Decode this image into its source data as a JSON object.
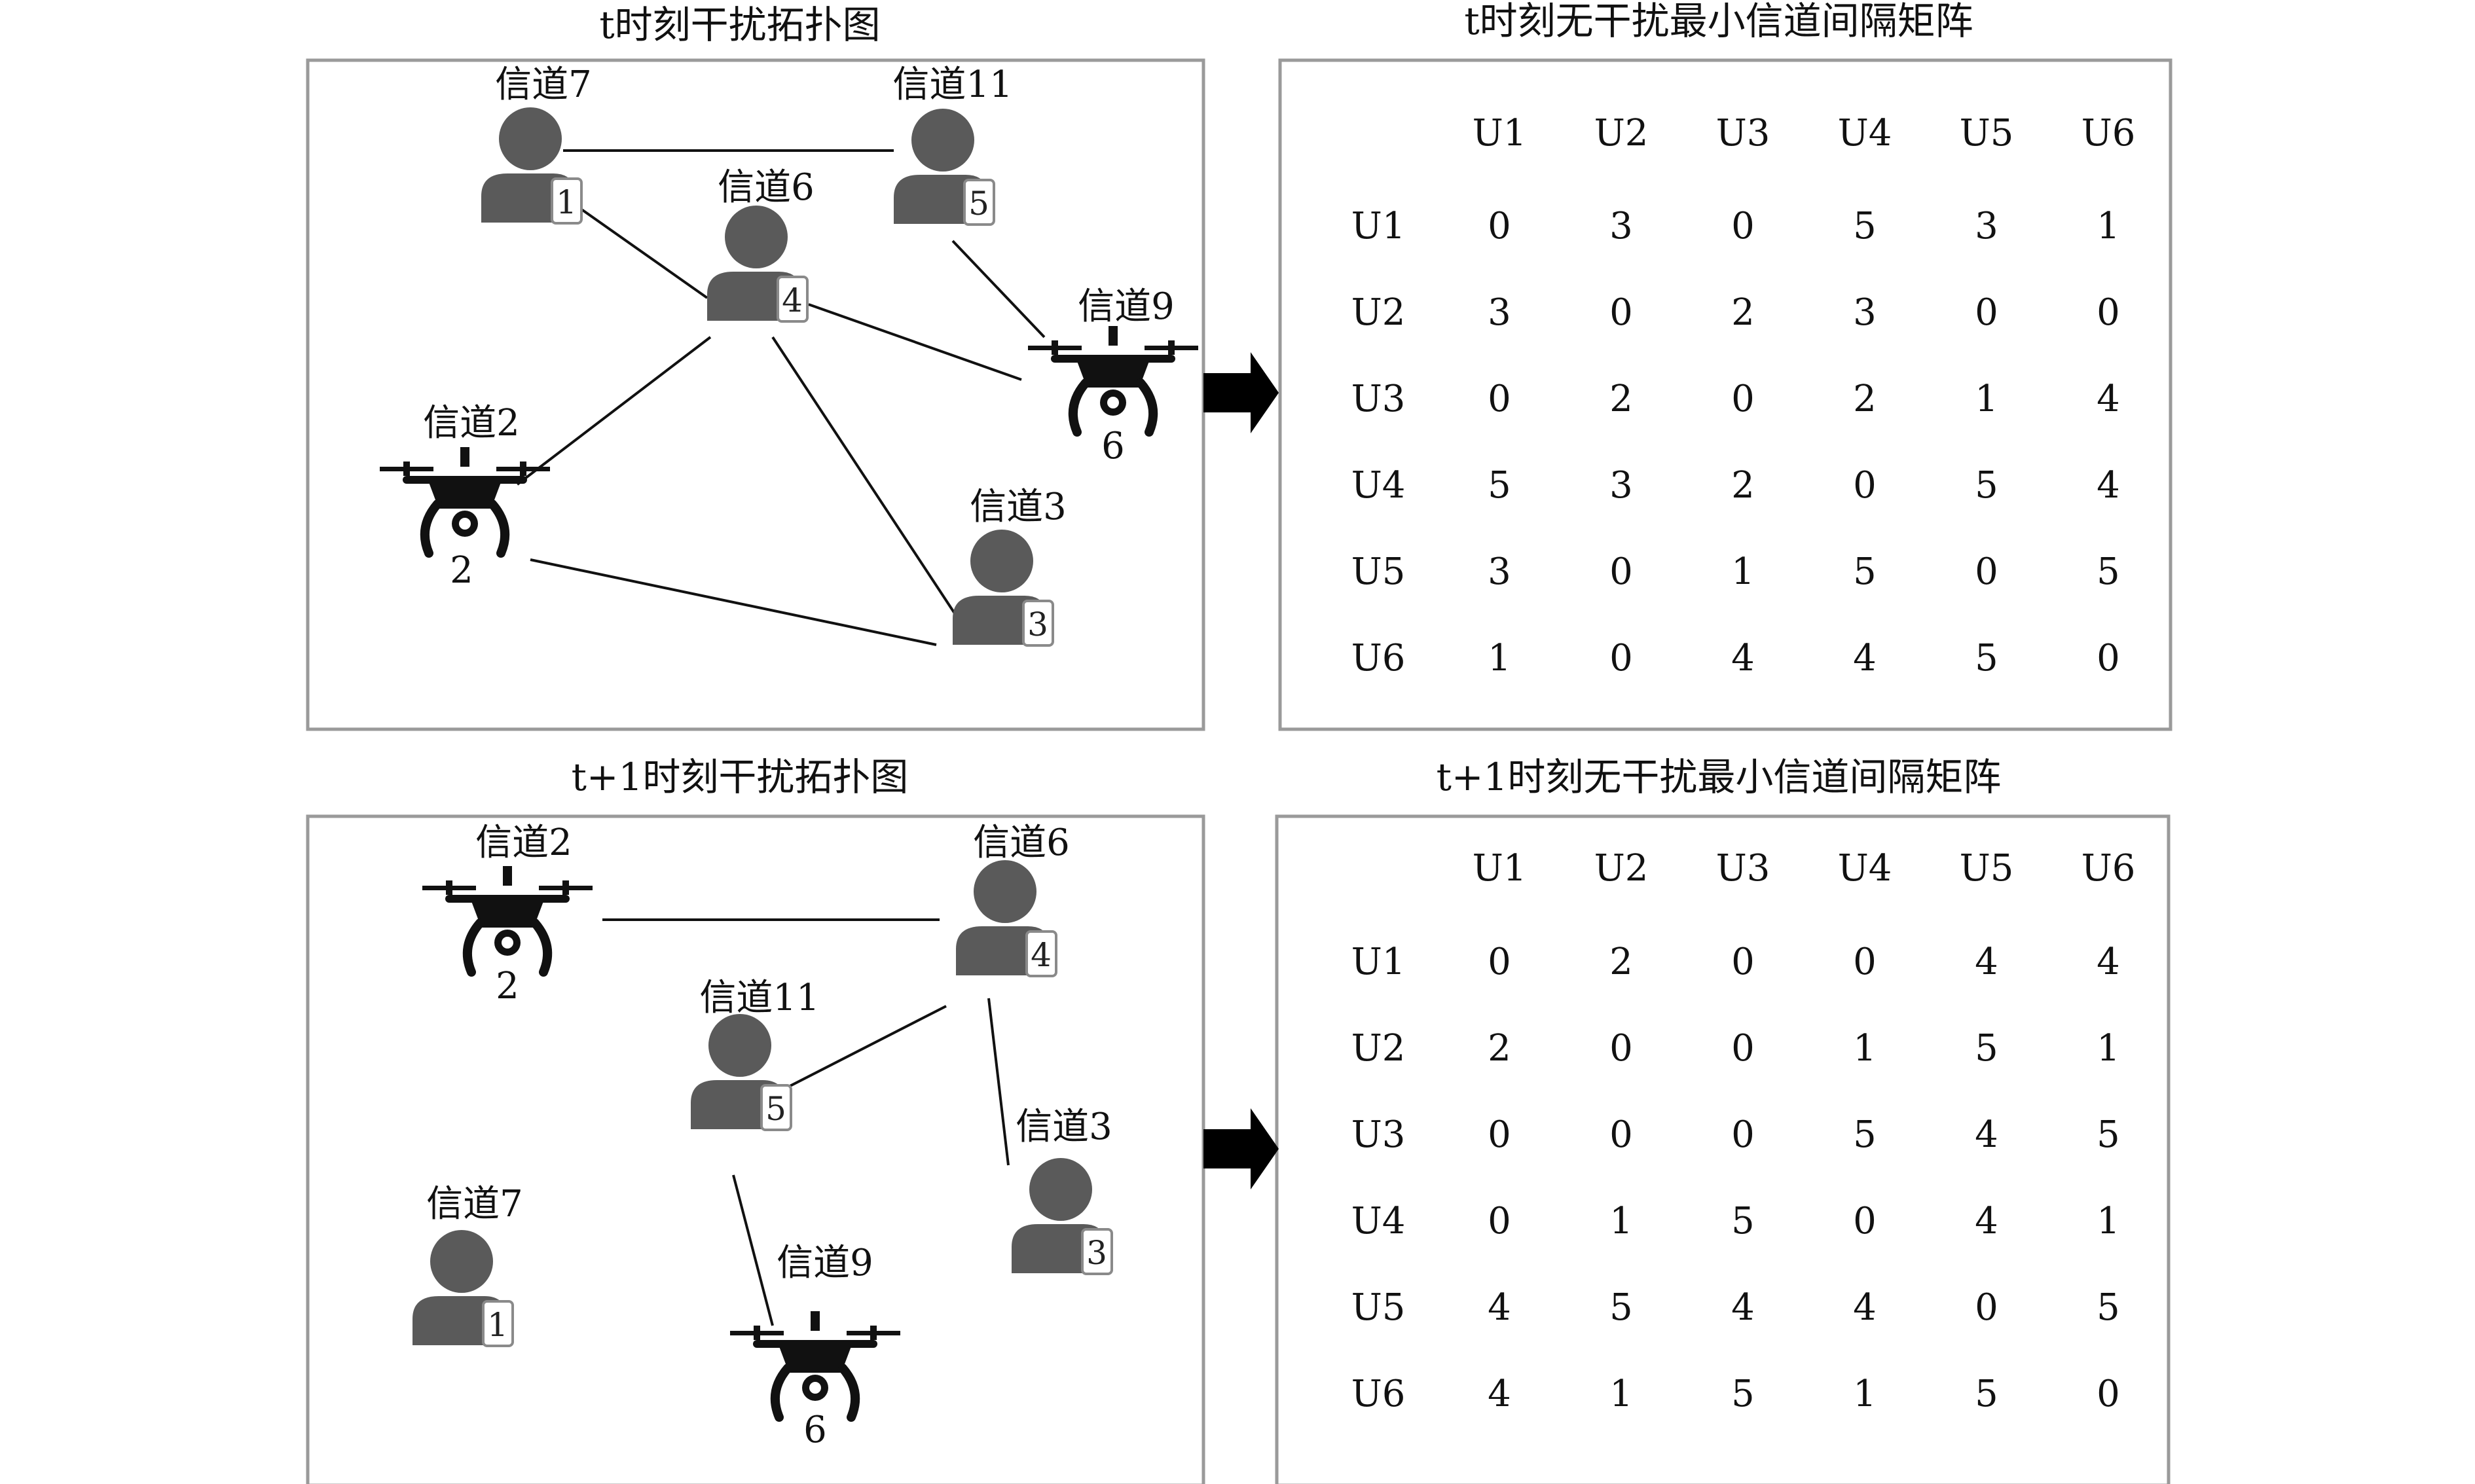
{
  "panels": [
    {
      "id": "t",
      "topology_title": "t时刻干扰拓扑图",
      "matrix_title": "t时刻无干扰最小信道间隔矩阵",
      "nodes": [
        {
          "id": "1",
          "type": "user",
          "channel_label": "信道7"
        },
        {
          "id": "5",
          "type": "user",
          "channel_label": "信道11"
        },
        {
          "id": "4",
          "type": "user",
          "channel_label": "信道6"
        },
        {
          "id": "6",
          "type": "drone",
          "channel_label": "信道9"
        },
        {
          "id": "2",
          "type": "drone",
          "channel_label": "信道2"
        },
        {
          "id": "3",
          "type": "user",
          "channel_label": "信道3"
        }
      ],
      "edges": [
        [
          "1",
          "5"
        ],
        [
          "1",
          "4"
        ],
        [
          "5",
          "6"
        ],
        [
          "4",
          "6"
        ],
        [
          "4",
          "2"
        ],
        [
          "4",
          "3"
        ],
        [
          "2",
          "3"
        ]
      ],
      "matrix": {
        "headers": [
          "U1",
          "U2",
          "U3",
          "U4",
          "U5",
          "U6"
        ],
        "rows": [
          [
            "0",
            "3",
            "0",
            "5",
            "3",
            "1"
          ],
          [
            "3",
            "0",
            "2",
            "3",
            "0",
            "0"
          ],
          [
            "0",
            "2",
            "0",
            "2",
            "1",
            "4"
          ],
          [
            "5",
            "3",
            "2",
            "0",
            "5",
            "4"
          ],
          [
            "3",
            "0",
            "1",
            "5",
            "0",
            "5"
          ],
          [
            "1",
            "0",
            "4",
            "4",
            "5",
            "0"
          ]
        ]
      }
    },
    {
      "id": "t1",
      "topology_title": "t+1时刻干扰拓扑图",
      "matrix_title": "t+1时刻无干扰最小信道间隔矩阵",
      "nodes": [
        {
          "id": "2",
          "type": "drone",
          "channel_label": "信道2"
        },
        {
          "id": "4",
          "type": "user",
          "channel_label": "信道6"
        },
        {
          "id": "5",
          "type": "user",
          "channel_label": "信道11"
        },
        {
          "id": "3",
          "type": "user",
          "channel_label": "信道3"
        },
        {
          "id": "1",
          "type": "user",
          "channel_label": "信道7"
        },
        {
          "id": "6",
          "type": "drone",
          "channel_label": "信道9"
        }
      ],
      "edges": [
        [
          "2",
          "4"
        ],
        [
          "4",
          "5"
        ],
        [
          "4",
          "3"
        ],
        [
          "5",
          "6"
        ]
      ],
      "matrix": {
        "headers": [
          "U1",
          "U2",
          "U3",
          "U4",
          "U5",
          "U6"
        ],
        "rows": [
          [
            "0",
            "2",
            "0",
            "0",
            "4",
            "4"
          ],
          [
            "2",
            "0",
            "0",
            "1",
            "5",
            "1"
          ],
          [
            "0",
            "0",
            "0",
            "5",
            "4",
            "5"
          ],
          [
            "0",
            "1",
            "5",
            "0",
            "4",
            "1"
          ],
          [
            "4",
            "5",
            "4",
            "4",
            "0",
            "5"
          ],
          [
            "4",
            "1",
            "5",
            "1",
            "5",
            "0"
          ]
        ]
      }
    }
  ],
  "colors": {
    "user_icon": "#5a5a5a",
    "drone_icon": "#111111",
    "arrow": "#000000"
  }
}
